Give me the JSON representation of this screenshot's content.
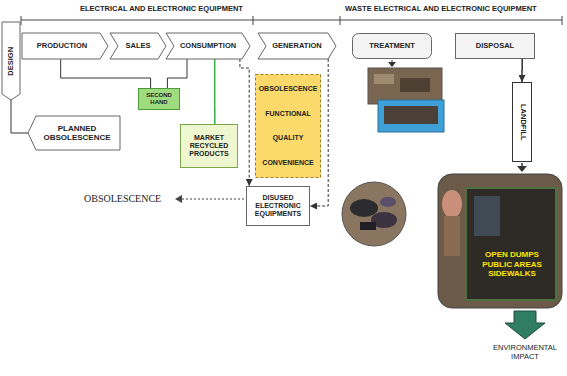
{
  "diagram": {
    "nodes": [
      {
        "text": [
          "DESIGN"
        ]
      },
      {
        "text": [
          "PRODUCTION"
        ]
      },
      {
        "text": [
          "SALES"
        ]
      },
      {
        "text": [
          "CONSUMPTION"
        ]
      },
      {
        "text": [
          "GENERATION"
        ]
      },
      {
        "text": [
          "TREATMENT"
        ]
      },
      {
        "text": [
          "DISPOSAL"
        ]
      },
      {
        "text": [
          "LANDFILL"
        ]
      },
      {
        "text": [
          "SECOND HAND"
        ]
      },
      {
        "text": [
          "PLANNED OBSOLESCENCE"
        ]
      },
      {
        "text": [
          "MARKET RECYCLED PRODUCTS"
        ]
      },
      {
        "text": [
          "OBSOLESCENCE",
          "FUNCTIONAL",
          "QUALITY",
          "CONVENIENCE"
        ]
      },
      {
        "text": [
          "DISUSED ELECTRONIC EQUIPMENTS"
        ]
      }
    ],
    "edges": [
      {
        "from": 1,
        "to": 8,
        "arrow": "none"
      },
      {
        "from": 3,
        "to": 8,
        "arrow": "none"
      },
      {
        "from": 0,
        "to": 9,
        "arrow": "none"
      },
      {
        "from": 3,
        "to": 10,
        "arrow": "none"
      },
      {
        "from": 3,
        "to": 12,
        "arrow": "to"
      },
      {
        "from": 4,
        "to": 12,
        "arrow": "to"
      },
      {
        "from": 6,
        "to": 7,
        "arrow": "to"
      }
    ],
    "labels": [
      "ELECTRICAL AND ELECTRONIC EQUIPMENT",
      "WASTE ELECTRICAL AND ELECTRONIC EQUIPMENT",
      "OBSOLESCENCE",
      "OPEN DUMPS PUBLIC AREAS SIDEWALKS",
      "ENVIRONMENTAL IMPACT"
    ]
  }
}
